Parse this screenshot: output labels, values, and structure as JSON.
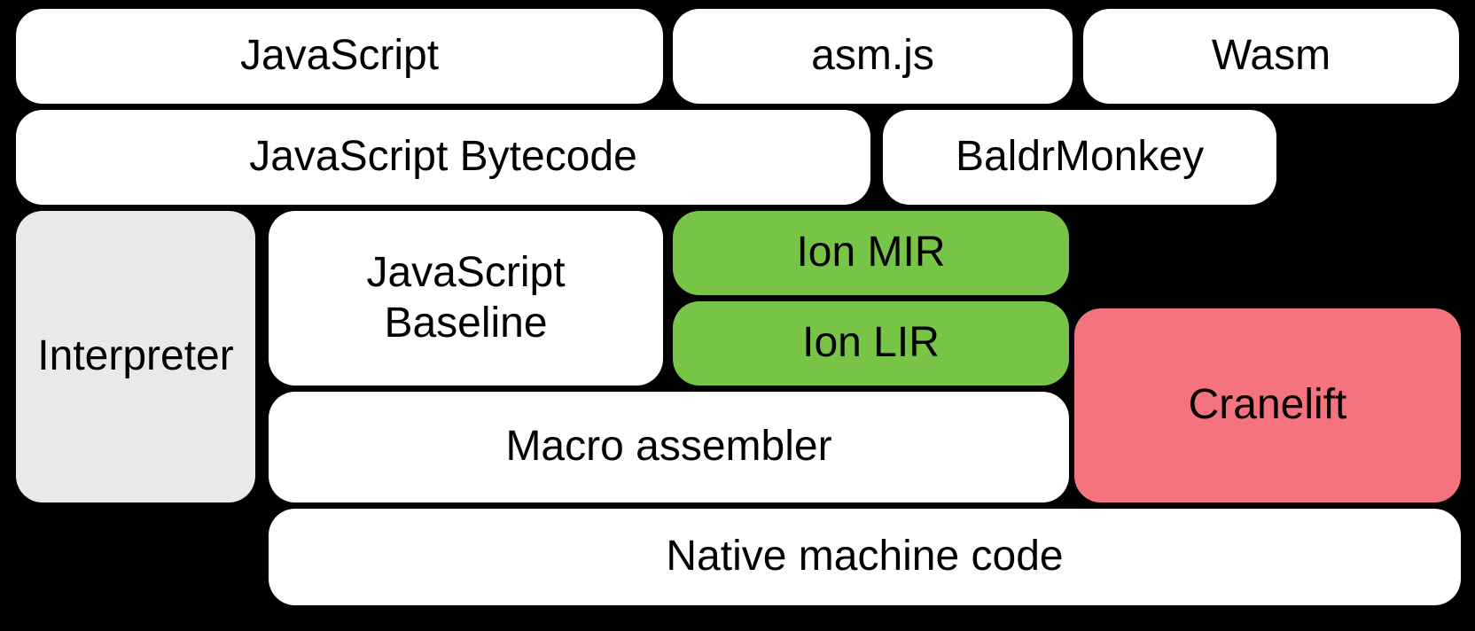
{
  "diagram": {
    "background_color": "#000000",
    "text_color": "#000000",
    "colors": {
      "white_box": "#ffffff",
      "gray_box": "#e9e9e9",
      "green_box": "#77c447",
      "pink_box": "#f4737f"
    },
    "boxes": {
      "javascript": {
        "label": "JavaScript",
        "fill": "#ffffff"
      },
      "asmjs": {
        "label": "asm.js",
        "fill": "#ffffff"
      },
      "wasm": {
        "label": "Wasm",
        "fill": "#ffffff"
      },
      "bytecode": {
        "label": "JavaScript Bytecode",
        "fill": "#ffffff"
      },
      "baldrmonkey": {
        "label": "BaldrMonkey",
        "fill": "#ffffff"
      },
      "interpreter": {
        "label": "Interpreter",
        "fill": "#e9e9e9"
      },
      "baseline": {
        "label": "JavaScript\nBaseline",
        "fill": "#ffffff"
      },
      "ion_mir": {
        "label": "Ion MIR",
        "fill": "#77c447"
      },
      "ion_lir": {
        "label": "Ion LIR",
        "fill": "#77c447"
      },
      "cranelift": {
        "label": "Cranelift",
        "fill": "#f4737f"
      },
      "macro_assembler": {
        "label": "Macro assembler",
        "fill": "#ffffff"
      },
      "native": {
        "label": "Native machine code",
        "fill": "#ffffff"
      }
    }
  }
}
